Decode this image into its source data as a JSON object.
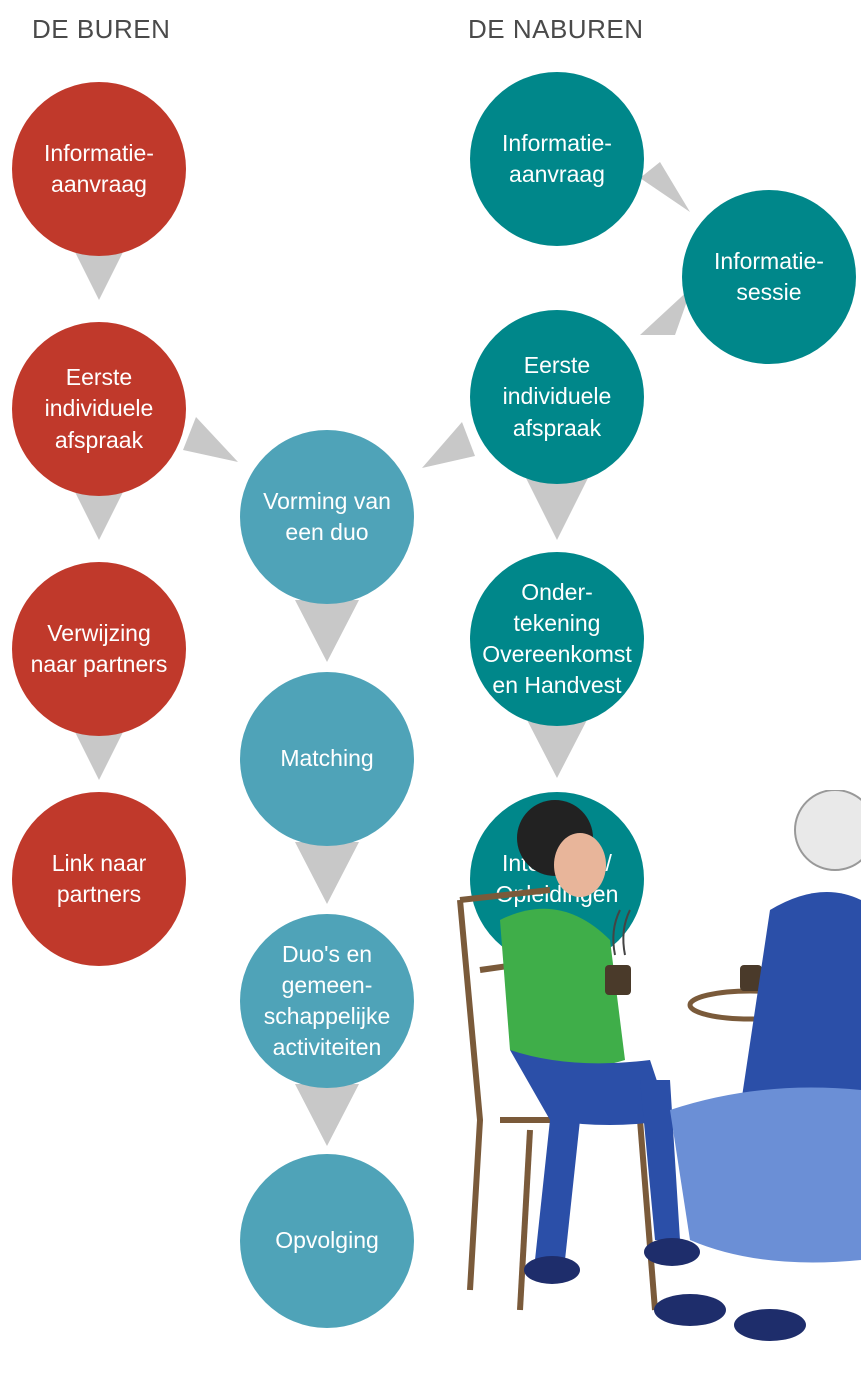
{
  "titles": {
    "buren": "DE BUREN",
    "naburen": "DE NABUREN"
  },
  "colors": {
    "buren": "#c0392b",
    "naburen": "#00878a",
    "shared": "#4fa3b8",
    "arrow": "#c8c8c8"
  },
  "buren": [
    {
      "label": "Informatie-\naanvraag"
    },
    {
      "label": "Eerste\nindividuele\nafspraak"
    },
    {
      "label": "Verwijzing\nnaar partners"
    },
    {
      "label": "Link naar\npartners"
    }
  ],
  "shared": [
    {
      "label": "Vorming van\neen duo"
    },
    {
      "label": "Matching"
    },
    {
      "label": "Duo's en\ngemeen-\nschappelijke\nactiviteiten"
    },
    {
      "label": "Opvolging"
    }
  ],
  "naburen": [
    {
      "label": "Informatie-\naanvraag"
    },
    {
      "label": "Informatie-\nsessie"
    },
    {
      "label": "Eerste\nindividuele\nafspraak"
    },
    {
      "label": "Onder-\ntekening\nOvereenkomst\nen Handvest"
    },
    {
      "label": "Intervisies/\nOpleidingen"
    }
  ],
  "illustration": {
    "icon": "two-people-drinking-coffee-illustration"
  }
}
